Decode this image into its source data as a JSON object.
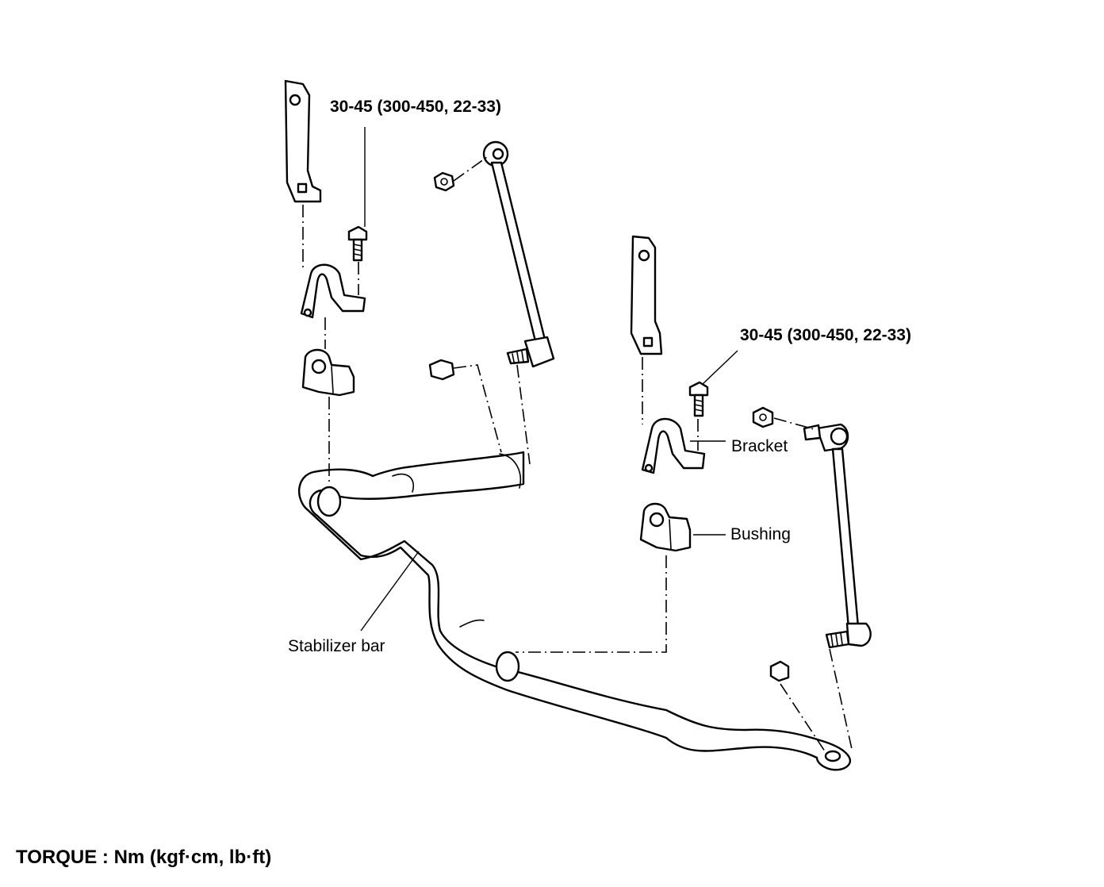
{
  "labels": {
    "torque_spec_left": "30-45 (300-450, 22-33)",
    "torque_spec_right": "30-45 (300-450, 22-33)",
    "bracket": "Bracket",
    "bushing": "Bushing",
    "stabilizer_bar": "Stabilizer bar"
  },
  "footer": {
    "torque_units": "TORQUE : Nm (kgf·cm, lb·ft)"
  }
}
